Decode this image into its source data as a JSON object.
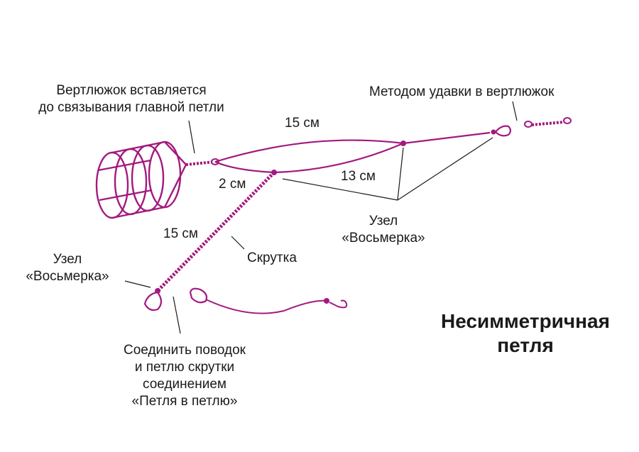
{
  "title": {
    "line1": "Несимметричная",
    "line2": "петля"
  },
  "labels": {
    "swivel_note": {
      "line1": "Вертлюжок вставляется",
      "line2": "до связывания главной петли"
    },
    "pinch_method": "Методом удавки в вертлюжок",
    "len_15_top": "15 см",
    "len_13": "13 см",
    "len_2": "2 см",
    "len_15_twist": "15 см",
    "twist": "Скрутка",
    "knot_right": {
      "line1": "Узел",
      "line2": "«Восьмерка»"
    },
    "knot_left": {
      "line1": "Узел",
      "line2": "«Восьмерка»"
    },
    "connect_note": {
      "line1": "Соединить поводок",
      "line2": "и петлю скрутки",
      "line3": "соединением",
      "line4": "«Петля в петлю»"
    }
  },
  "colors": {
    "line": "#a3197f",
    "pointer": "#1a1a1a",
    "text": "#1a1a1a"
  },
  "icons": {
    "feeder": "cage-feeder-icon",
    "swivel": "swivel-icon",
    "hook": "hook-icon"
  }
}
